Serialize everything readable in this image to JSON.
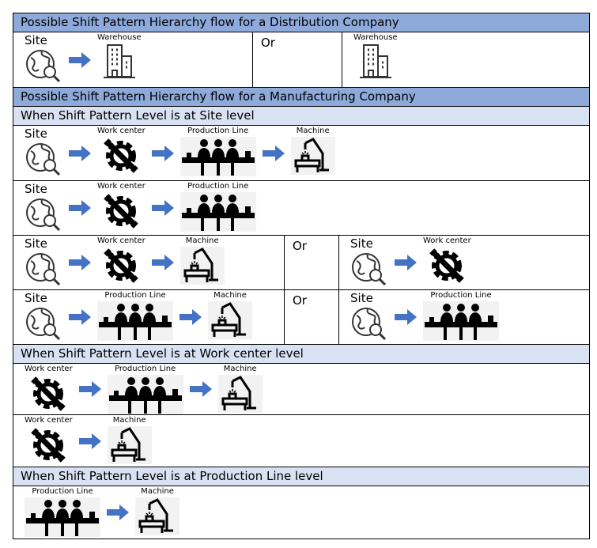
{
  "accent_color": "#4472c4",
  "header_color": "#8eaadb",
  "subheader_color": "#d9e2f3",
  "labels": {
    "site": "Site",
    "warehouse": "Warehouse",
    "workcenter": "Work center",
    "productionline": "Production Line",
    "machine": "Machine",
    "or": "Or"
  },
  "sections": [
    {
      "title": "Possible Shift Pattern Hierarchy flow for a Distribution Company",
      "type": "hdr"
    },
    {
      "type": "row",
      "h": 70,
      "cells": [
        [
          "site",
          "warehouse"
        ],
        "or",
        [
          "warehouse"
        ]
      ],
      "widths": [
        302,
        114
      ]
    },
    {
      "title": "Possible Shift Pattern Hierarchy flow for a Manufacturing Company",
      "type": "hdr"
    },
    {
      "title": "When Shift Pattern Level is at Site level",
      "type": "sub"
    },
    {
      "type": "row",
      "h": 70,
      "cells": [
        [
          "site",
          "workcenter",
          "productionline",
          "machine"
        ]
      ]
    },
    {
      "type": "row",
      "h": 69,
      "cells": [
        [
          "site",
          "workcenter",
          "productionline"
        ]
      ]
    },
    {
      "type": "row",
      "h": 69,
      "cells": [
        [
          "site",
          "workcenter",
          "machine"
        ],
        "or",
        [
          "site",
          "workcenter"
        ]
      ],
      "widths": [
        342,
        70
      ]
    },
    {
      "type": "row",
      "h": 69,
      "cells": [
        [
          "site",
          "productionline",
          "machine"
        ],
        "or",
        [
          "site",
          "productionline"
        ]
      ],
      "widths": [
        342,
        70
      ]
    },
    {
      "title": "When Shift Pattern Level is at Work center level",
      "type": "sub"
    },
    {
      "type": "row",
      "h": 65,
      "cells": [
        [
          "workcenter",
          "productionline",
          "machine"
        ]
      ]
    },
    {
      "type": "row",
      "h": 66,
      "cells": [
        [
          "workcenter",
          "machine"
        ]
      ]
    },
    {
      "title": "When Shift Pattern Level is at Production Line level",
      "type": "sub"
    },
    {
      "type": "row",
      "h": 66,
      "cells": [
        [
          "productionline",
          "machine"
        ]
      ]
    }
  ]
}
